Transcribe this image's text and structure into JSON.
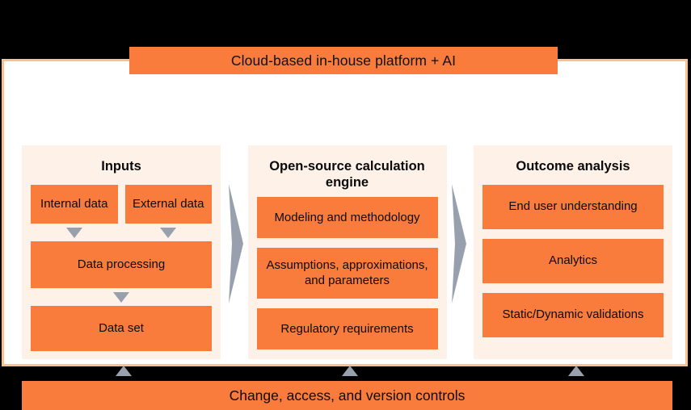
{
  "banner": {
    "label": "Cloud-based in-house platform + AI"
  },
  "colors": {
    "orange": "#F97C3C",
    "column_bg": "#FDF1E8",
    "card_border": "#FBC28F",
    "arrow_grey": "#98A0AE",
    "canvas": "#000000",
    "card_bg": "#FFFFFF",
    "text": "#0B0B0B"
  },
  "columns": [
    {
      "title": "Inputs",
      "boxes": [
        {
          "label": "Internal data"
        },
        {
          "label": "External data"
        },
        {
          "label": "Data processing"
        },
        {
          "label": "Data set"
        }
      ],
      "connectors": [
        {
          "icon": "triangle-down-icon"
        },
        {
          "icon": "triangle-down-icon"
        },
        {
          "icon": "triangle-down-icon"
        }
      ]
    },
    {
      "title": "Open-source calculation engine",
      "boxes": [
        {
          "label": "Modeling and methodology"
        },
        {
          "label": "Assumptions, approximations, and parameters"
        },
        {
          "label": "Regulatory requirements"
        }
      ]
    },
    {
      "title": "Outcome analysis",
      "boxes": [
        {
          "label": "End user understanding"
        },
        {
          "label": "Analytics"
        },
        {
          "label": "Static/Dynamic validations"
        }
      ]
    }
  ],
  "between_arrows": [
    {
      "icon": "chevron-right-arrow-icon"
    },
    {
      "icon": "chevron-right-arrow-icon"
    }
  ],
  "bottom_arrows": [
    {
      "icon": "triangle-up-icon"
    },
    {
      "icon": "triangle-up-icon"
    },
    {
      "icon": "triangle-up-icon"
    }
  ],
  "bottom_bar": {
    "label": "Change, access, and version controls"
  }
}
